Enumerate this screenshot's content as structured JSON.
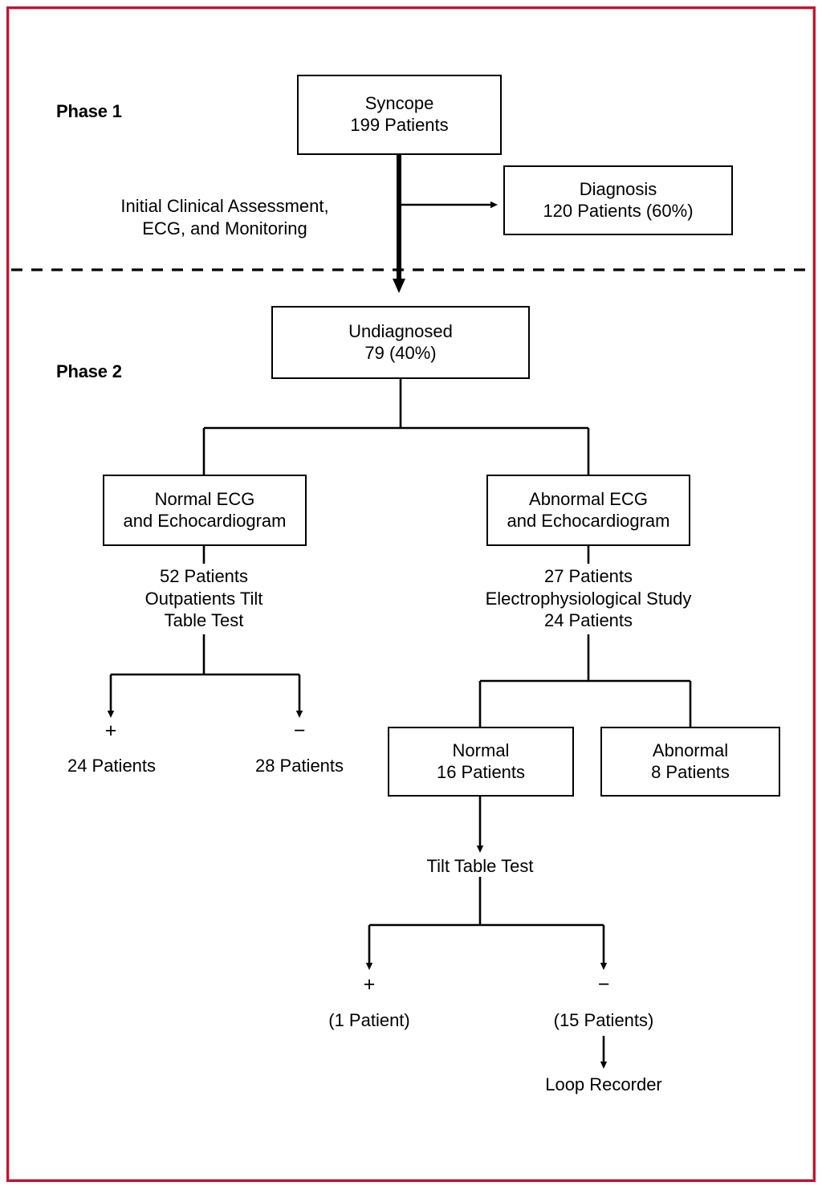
{
  "figure": {
    "type": "clinical-flowchart",
    "frame_color": "#c8102e",
    "phases": [
      {
        "id": "phase1",
        "label": "Phase 1"
      },
      {
        "id": "phase2",
        "label": "Phase 2"
      }
    ],
    "nodes": {
      "syncope": {
        "line1": "Syncope",
        "line2": "199 Patients"
      },
      "diagnosis": {
        "line1": "Diagnosis",
        "line2": "120 Patients (60%)"
      },
      "undiagnosed": {
        "line1": "Undiagnosed",
        "line2": "79 (40%)"
      },
      "normal_ecg": {
        "line1": "Normal ECG",
        "line2": "and Echocardiogram"
      },
      "abnormal_ecg": {
        "line1": "Abnormal ECG",
        "line2": "and Echocardiogram"
      },
      "eps_normal": {
        "line1": "Normal",
        "line2": "16 Patients"
      },
      "eps_abnormal": {
        "line1": "Abnormal",
        "line2": "8 Patients"
      }
    },
    "annotations": {
      "initial_assessment": {
        "line1": "Initial Clinical Assessment,",
        "line2": "ECG, and Monitoring"
      },
      "left_branch_detail": {
        "line1": "52 Patients",
        "line2": "Outpatients Tilt",
        "line3": "Table Test"
      },
      "right_branch_detail": {
        "line1": "27 Patients",
        "line2": "Electrophysiological Study",
        "line3": "24 Patients"
      },
      "tilt_table_test": "Tilt Table Test",
      "loop_recorder": "Loop Recorder"
    },
    "outcomes": {
      "left_positive_sign": "+",
      "left_positive_count": "24 Patients",
      "left_negative_sign": "−",
      "left_negative_count": "28 Patients",
      "bottom_positive_sign": "+",
      "bottom_positive_count": "(1 Patient)",
      "bottom_negative_sign": "−",
      "bottom_negative_count": "(15 Patients)"
    }
  }
}
